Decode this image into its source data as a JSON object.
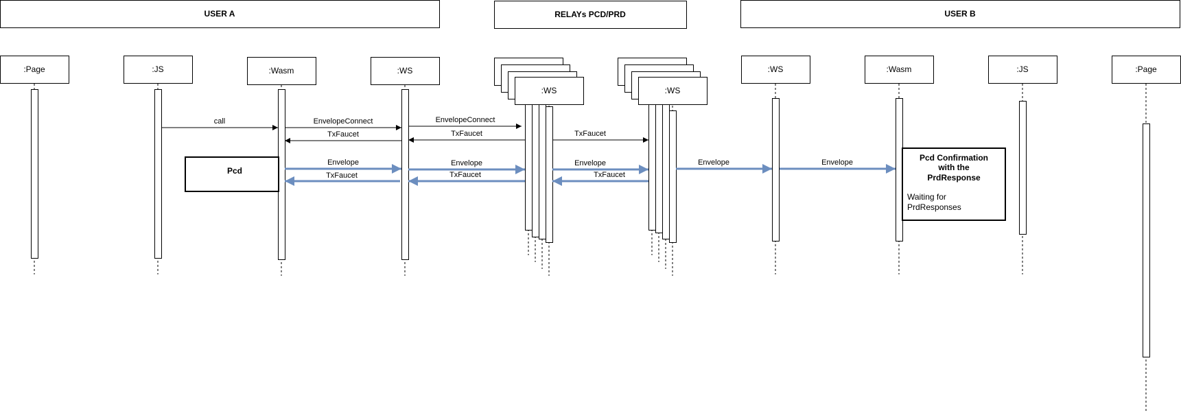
{
  "groups": {
    "user_a": "USER A",
    "relays": "RELAYs PCD/PRD",
    "user_b": "USER B"
  },
  "participants": {
    "a_page": ":Page",
    "a_js": ":JS",
    "a_wasm": ":Wasm",
    "a_ws": ":WS",
    "relay1_ws": ":WS",
    "relay2_ws": ":WS",
    "b_ws": ":WS",
    "b_wasm": ":Wasm",
    "b_js": ":JS",
    "b_page": ":Page"
  },
  "messages": {
    "call": "call",
    "envelope_connect_1": "EnvelopeConnect",
    "envelope_connect_2": "EnvelopeConnect",
    "txfaucet_1": "TxFaucet",
    "txfaucet_2": "TxFaucet",
    "txfaucet_3": "TxFaucet",
    "envelope_1": "Envelope",
    "envelope_2": "Envelope",
    "envelope_3": "Envelope",
    "envelope_4": "Envelope",
    "envelope_5": "Envelope",
    "txfaucet_4": "TxFaucet",
    "txfaucet_5": "TxFaucet",
    "txfaucet_6": "TxFaucet"
  },
  "notes": {
    "pcd": "Pcd",
    "confirmation_line1": "Pcd Confirmation",
    "confirmation_line2": "with the",
    "confirmation_line3": "PrdResponse",
    "waiting_line1": "Waiting for",
    "waiting_line2": "PrdResponses"
  },
  "colors": {
    "line": "#000000",
    "accent_arrow": "#6c8ebf",
    "background": "#ffffff"
  }
}
